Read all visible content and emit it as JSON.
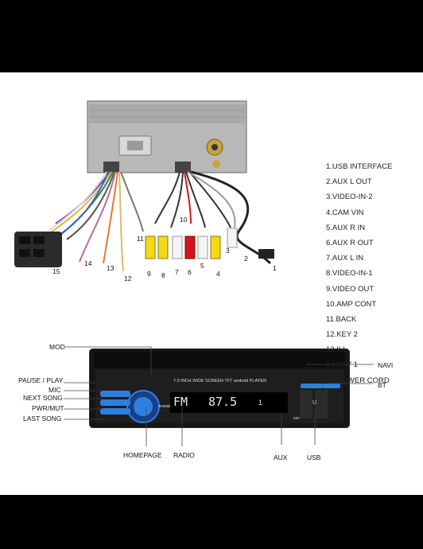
{
  "legend": [
    "1.USB INTERFACE",
    "2.AUX L OUT",
    "3.VIDEO-IN-2",
    "4.CAM VIN",
    "5.AUX R IN",
    "6.AUX R OUT",
    "7.AUX L IN",
    "8.VIDEO-IN-1",
    "9.VIDEO OUT",
    "10.AMP CONT",
    "11.BACK",
    "12.KEY 2",
    "13.ILL",
    "14.KEY 1",
    "15.POWER CORD"
  ],
  "numbers": [
    "1",
    "2",
    "3",
    "4",
    "5",
    "6",
    "7",
    "8",
    "9",
    "10",
    "11",
    "12",
    "13",
    "14",
    "15"
  ],
  "front_labels": {
    "mod": "MOD",
    "pause_play": "PAUSE / PLAY",
    "mic": "MIC",
    "next_song": "NEXT SONG",
    "pwr_mut": "PWR/MUT",
    "last_song": "LAST SONG",
    "homepage": "HOMEPAGE",
    "radio": "RADIO",
    "aux": "AUX",
    "usb": "USB",
    "navi": "NAVI",
    "bt": "BT"
  },
  "device": {
    "header": "7.0 INCH WIDE SCREEN TFT android PLAYER",
    "band": "FM",
    "frequency": "87.5",
    "channel": "1",
    "knob_text": "RADIO",
    "mic_text": "MIC",
    "usb_text": "U"
  },
  "colors": {
    "accent_blue": "#2f7fe0",
    "lcd_text": "#e8e8e8",
    "rca_red": "#d4151b",
    "rca_yellow": "#f2d91a",
    "rca_white": "#f4f4f4"
  }
}
